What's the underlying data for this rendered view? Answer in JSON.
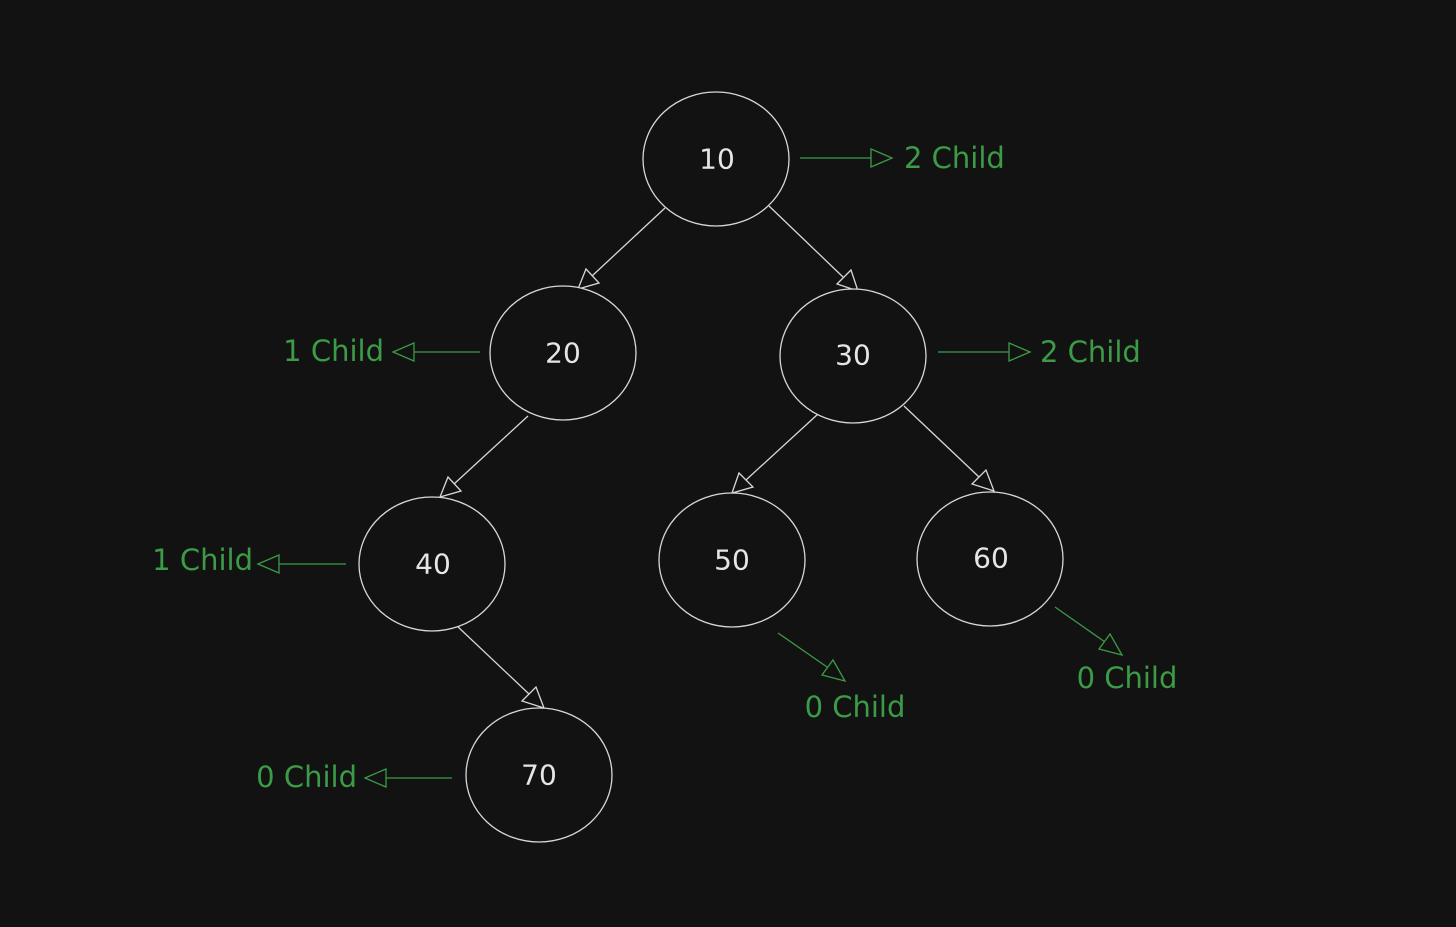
{
  "colors": {
    "background": "#121212",
    "node_stroke": "#d8d8d8",
    "node_text": "#e6e6e6",
    "annotation": "#3b9b46"
  },
  "nodes": [
    {
      "id": "n10",
      "label": "10"
    },
    {
      "id": "n20",
      "label": "20"
    },
    {
      "id": "n30",
      "label": "30"
    },
    {
      "id": "n40",
      "label": "40"
    },
    {
      "id": "n50",
      "label": "50"
    },
    {
      "id": "n60",
      "label": "60"
    },
    {
      "id": "n70",
      "label": "70"
    }
  ],
  "edges": [
    {
      "from": "n10",
      "to": "n20"
    },
    {
      "from": "n10",
      "to": "n30"
    },
    {
      "from": "n20",
      "to": "n40"
    },
    {
      "from": "n30",
      "to": "n50"
    },
    {
      "from": "n30",
      "to": "n60"
    },
    {
      "from": "n40",
      "to": "n70"
    }
  ],
  "annotations": [
    {
      "node": "n10",
      "label": "2 Child"
    },
    {
      "node": "n20",
      "label": "1 Child"
    },
    {
      "node": "n30",
      "label": "2 Child"
    },
    {
      "node": "n40",
      "label": "1 Child"
    },
    {
      "node": "n50",
      "label": "0 Child"
    },
    {
      "node": "n60",
      "label": "0 Child"
    },
    {
      "node": "n70",
      "label": "0 Child"
    }
  ]
}
